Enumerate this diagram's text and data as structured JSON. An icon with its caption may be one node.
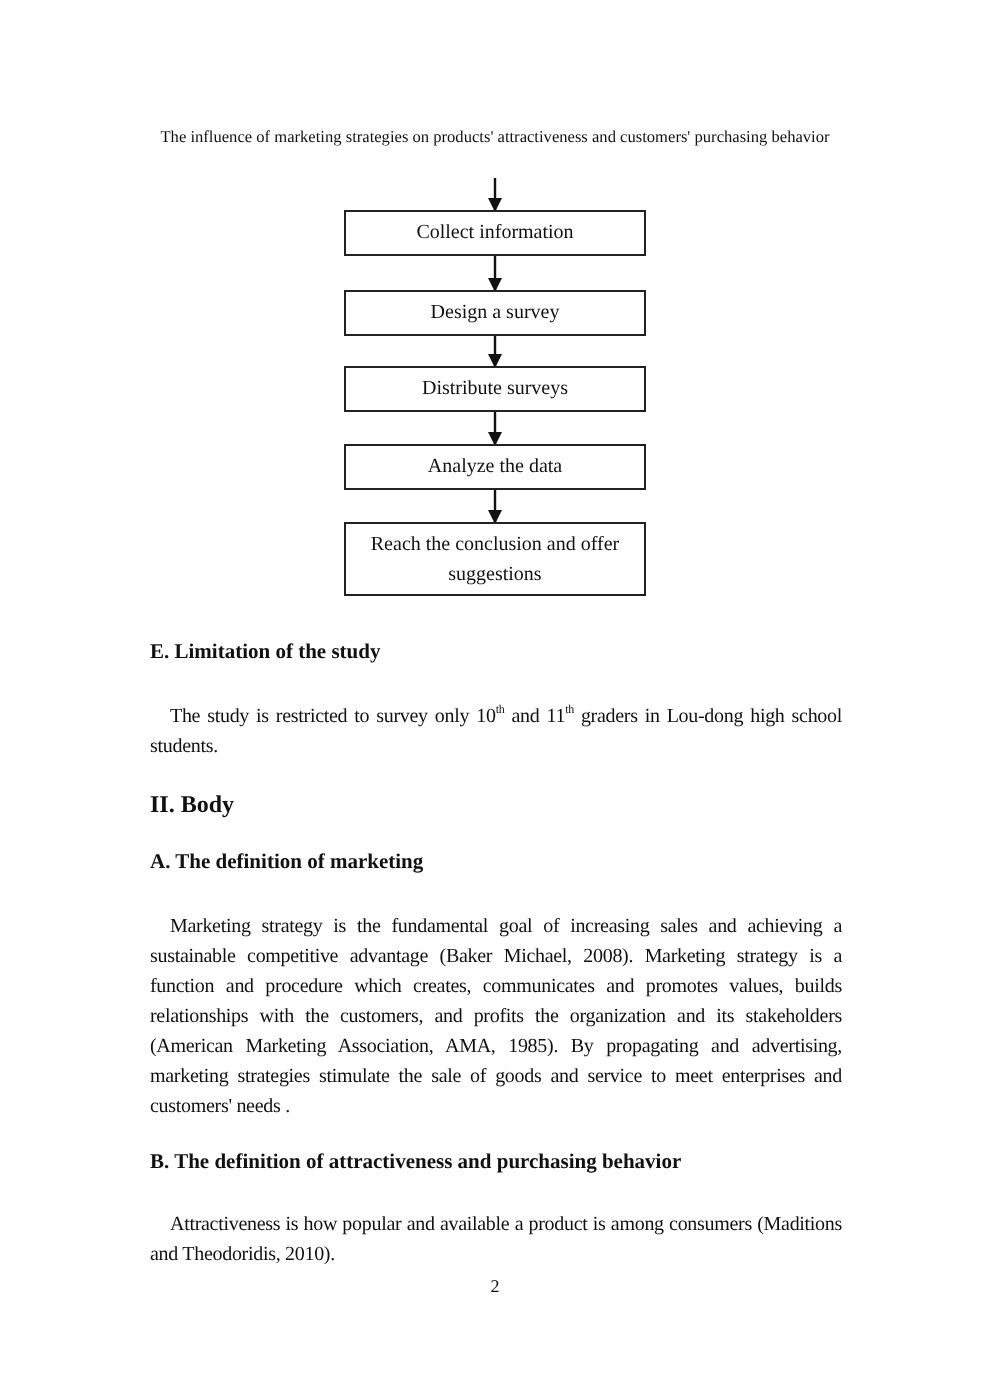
{
  "diagram": {
    "title": "The influence of marketing strategies on products' attractiveness and customers' purchasing behavior",
    "nodes": [
      {
        "text": [
          "Collect information"
        ]
      },
      {
        "text": [
          "Design a survey"
        ]
      },
      {
        "text": [
          "Distribute surveys"
        ]
      },
      {
        "text": [
          "Analyze the data"
        ]
      },
      {
        "text": [
          "Reach the conclusion and offer suggestions"
        ]
      }
    ],
    "edges": [
      {
        "from": null,
        "to": 0,
        "arrow": "to"
      },
      {
        "from": 0,
        "to": 1,
        "arrow": "to"
      },
      {
        "from": 1,
        "to": 2,
        "arrow": "to"
      },
      {
        "from": 2,
        "to": 3,
        "arrow": "to"
      },
      {
        "from": 3,
        "to": 4,
        "arrow": "to"
      }
    ],
    "labels": [
      "E. Limitation of the study",
      "The study is restricted to survey only 10$^{th}$ and 11$^{th}$ graders in Lou-dong high school students.",
      "II. Body",
      "A. The definition of marketing",
      "Marketing strategy is the fundamental goal of increasing sales and achieving a sustainable competitive advantage (Baker Michael, 2008). Marketing strategy is a function and procedure which creates, communicates and promotes values, builds relationships with the customers, and profits the organization and its stakeholders (American Marketing Association, AMA, 1985). By propagating and advertising, marketing strategies stimulate the sale of goods and service to meet enterprises and customers' needs .",
      "B. The definition of attractiveness and purchasing behavior",
      "Attractiveness is how popular and available a product is among consumers (Maditions and Theodoridis, 2010).",
      "2"
    ]
  }
}
